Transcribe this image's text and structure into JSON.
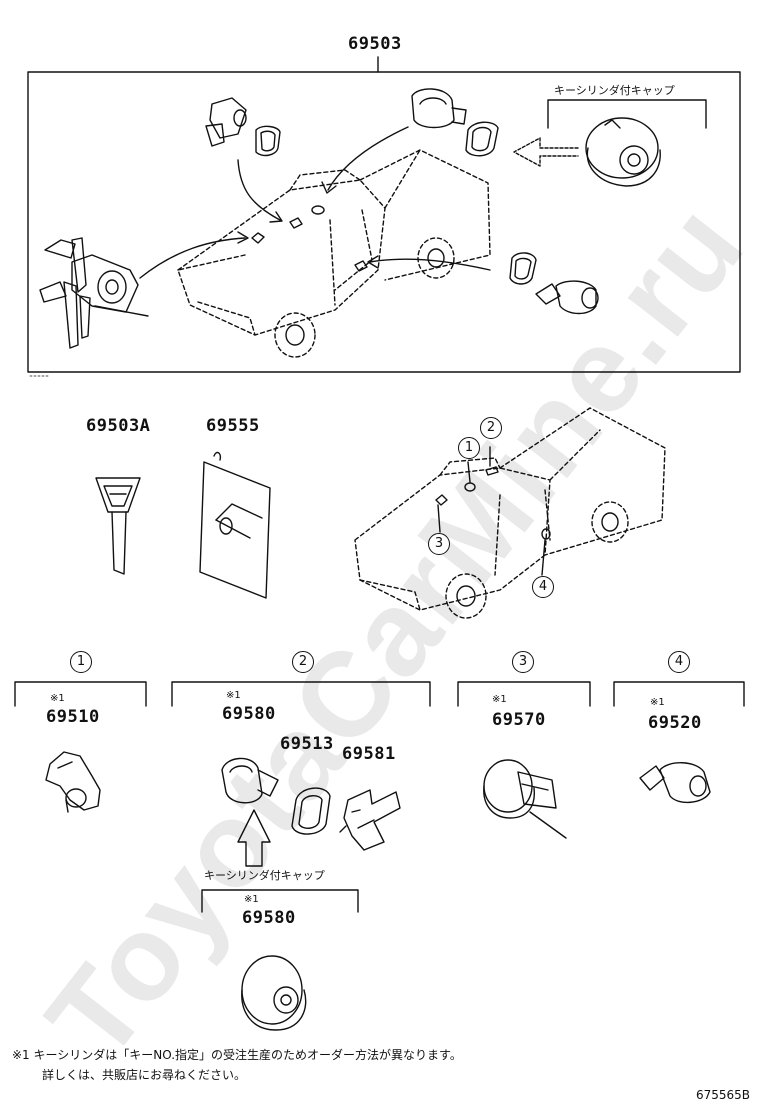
{
  "watermark": "ToyotaCarMine.ru",
  "main_assembly": {
    "part_no": "69503"
  },
  "cap_label_top": "キーシリンダ付キャップ",
  "parts": {
    "key": {
      "part_no": "69503A"
    },
    "key_plate": {
      "part_no": "69555"
    }
  },
  "locations": [
    "1",
    "2",
    "3",
    "4"
  ],
  "groups": [
    {
      "index": "1",
      "note": "※1",
      "part_no": "69510"
    },
    {
      "index": "2",
      "note": "※1",
      "part_no": "69580",
      "extra": [
        "69513",
        "69581"
      ]
    },
    {
      "index": "3",
      "note": "※1",
      "part_no": "69570"
    },
    {
      "index": "4",
      "note": "※1",
      "part_no": "69520"
    }
  ],
  "cap_group": {
    "label": "キーシリンダ付キャップ",
    "note": "※1",
    "part_no": "69580"
  },
  "footnote": {
    "line1": "※1 キーシリンダは「キーNO.指定」の受注生産のためオーダー方法が異なります。",
    "line2": "詳しくは、共販店にお尋ねください。"
  },
  "diagram_code": "675565B"
}
